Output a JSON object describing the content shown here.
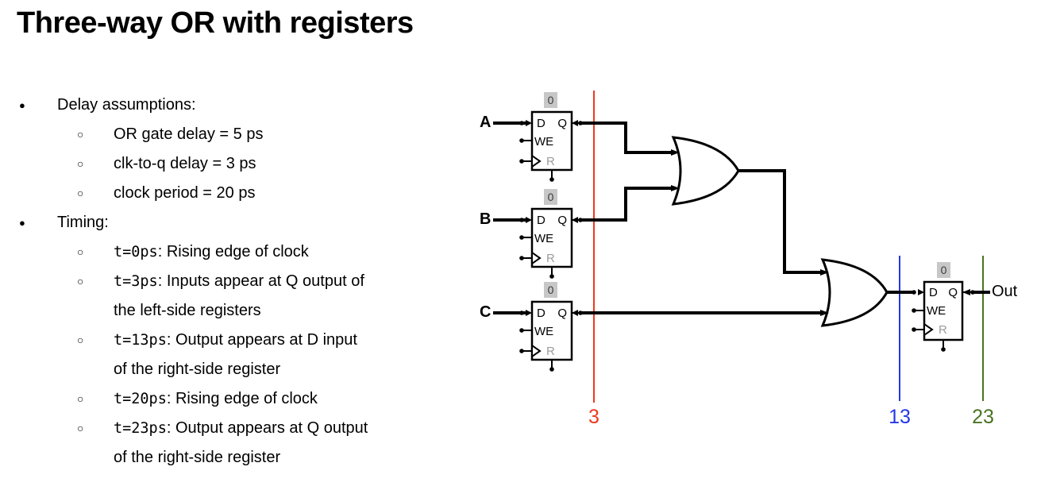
{
  "title": "Three-way OR with registers",
  "list": {
    "bullet_glyphs": {
      "l1": "●",
      "l2": "○"
    },
    "items": [
      {
        "text": "Delay assumptions:"
      },
      {
        "text": "OR gate delay = 5 ps"
      },
      {
        "text": "clk-to-q delay = 3 ps"
      },
      {
        "text": "clock period = 20 ps"
      },
      {
        "text": "Timing:"
      },
      {
        "mono": "t=0ps",
        "text": ": Rising edge of clock"
      },
      {
        "mono": "t=3ps",
        "text": ": Inputs appear at Q output of\nthe left-side registers"
      },
      {
        "mono": "t=13ps",
        "text": ": Output appears at D input\nof the right-side register"
      },
      {
        "mono": "t=20ps",
        "text": ": Rising edge of clock"
      },
      {
        "mono": "t=23ps",
        "text": ": Output appears at Q output\nof the right-side register"
      }
    ]
  },
  "circuit": {
    "register_labels": {
      "d": "D",
      "q": "Q",
      "we": "WE",
      "reset": "R"
    },
    "registers": [
      {
        "id": "reg-a",
        "value": "0"
      },
      {
        "id": "reg-b",
        "value": "0"
      },
      {
        "id": "reg-c",
        "value": "0"
      },
      {
        "id": "reg-out",
        "value": "0"
      }
    ],
    "inputs": [
      "A",
      "B",
      "C"
    ],
    "output_label": "Out",
    "timeline_markers": [
      {
        "label": "3",
        "color": "#ed3a1f"
      },
      {
        "label": "13",
        "color": "#2438e8"
      },
      {
        "label": "23",
        "color": "#4a7322"
      }
    ]
  }
}
